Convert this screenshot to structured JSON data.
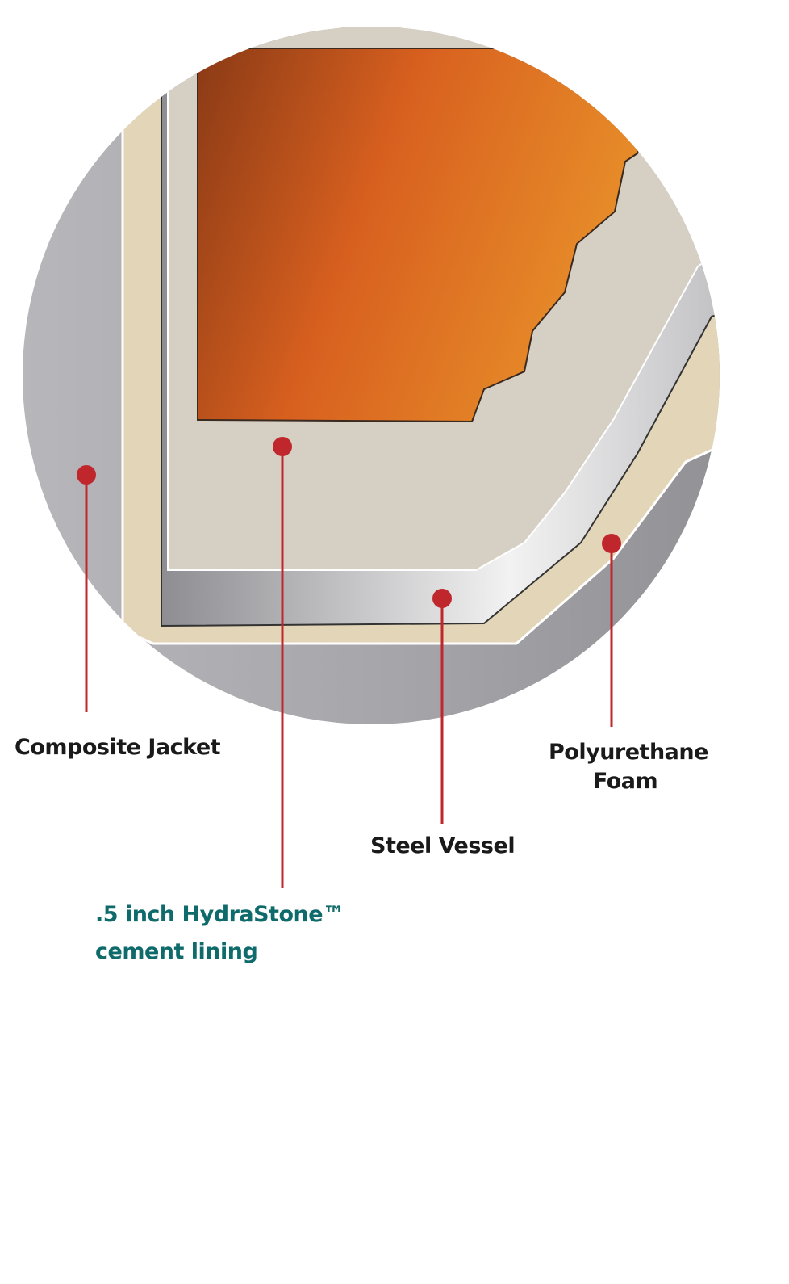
{
  "labels": {
    "composite_jacket": "Composite Jacket",
    "cement_lining_line1": ".5 inch HydraStone™",
    "cement_lining_line2": "cement lining",
    "steel_vessel": "Steel Vessel",
    "foam_line1": "Polyurethane",
    "foam_line2": "Foam"
  },
  "colors": {
    "marker": "#c0272d",
    "label_accent": "#0f6b6b",
    "interior": "#e07a22"
  }
}
